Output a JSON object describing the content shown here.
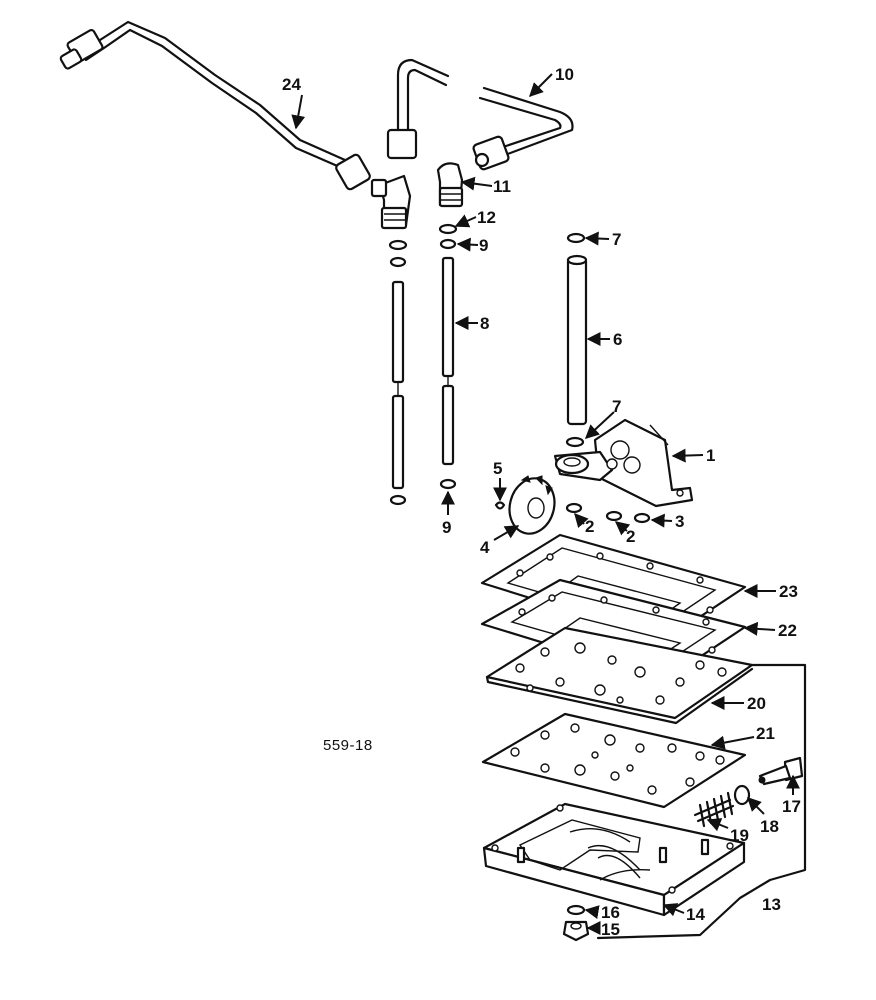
{
  "figure_id": "559-18",
  "callouts": {
    "c1": "1",
    "c2a": "2",
    "c2b": "2",
    "c3": "3",
    "c4": "4",
    "c5": "5",
    "c6": "6",
    "c7a": "7",
    "c7b": "7",
    "c8": "8",
    "c9a": "9",
    "c9b": "9",
    "c10": "10",
    "c11": "11",
    "c12": "12",
    "c13": "13",
    "c14": "14",
    "c15": "15",
    "c16": "16",
    "c17": "17",
    "c18": "18",
    "c19": "19",
    "c20": "20",
    "c21": "21",
    "c22": "22",
    "c23": "23",
    "c24": "24"
  }
}
